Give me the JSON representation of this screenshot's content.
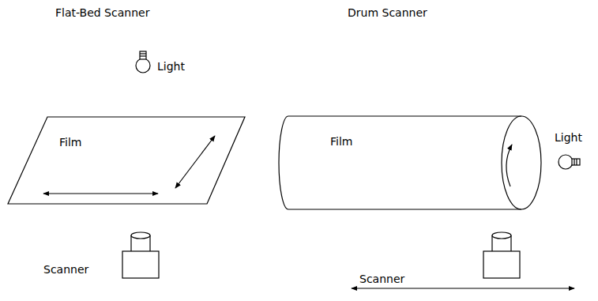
{
  "diagram": {
    "nodes": [
      {
        "text": [
          "Film"
        ]
      },
      {
        "text": [
          "Film"
        ]
      }
    ],
    "labels": [
      "Flat-Bed Scanner",
      "Drum Scanner",
      "Light",
      "Scanner",
      "Light",
      "Scanner"
    ]
  }
}
